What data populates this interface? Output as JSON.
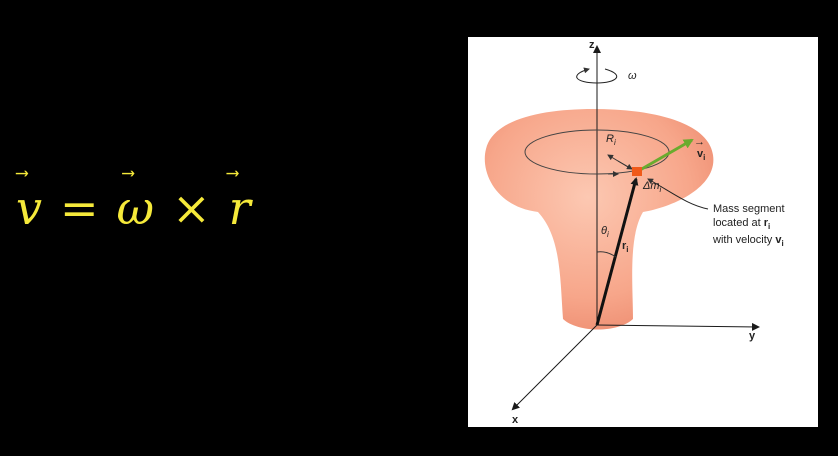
{
  "equation": {
    "v": "v",
    "eq": "=",
    "omega": "ω",
    "times": "×",
    "r": "r",
    "arrow": "⃗",
    "color": "#f5e93a"
  },
  "diagram": {
    "z_axis": "z",
    "y_axis": "y",
    "x_axis": "x",
    "omega": "ω",
    "radius": "R",
    "radius_sub": "i",
    "velocity": "v",
    "velocity_sub": "i",
    "mass": "Δm",
    "mass_sub": "i",
    "angle": "θ",
    "angle_sub": "i",
    "position": "r",
    "position_sub": "i",
    "callout_line1": "Mass segment",
    "callout_line2": "located at ",
    "callout_r": "r",
    "callout_r_sub": "i",
    "callout_line3": "with velocity ",
    "callout_v": "v",
    "callout_v_sub": "i",
    "colors": {
      "body": "#f9b49a",
      "body_shade": "#f08e72",
      "velocity_arrow": "#6aab2e",
      "mass_segment": "#f05a1a",
      "axes": "#1a1a1a"
    }
  }
}
